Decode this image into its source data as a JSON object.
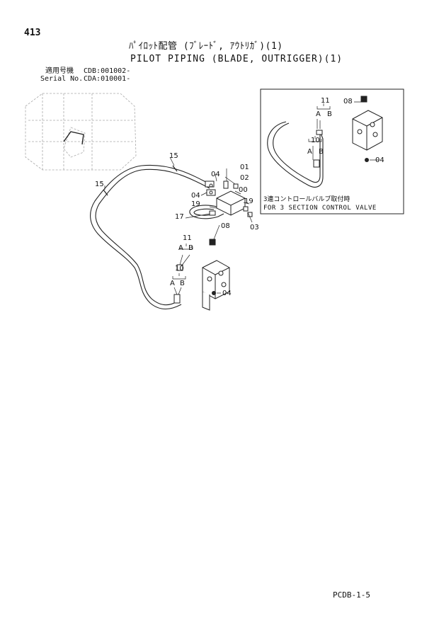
{
  "header": {
    "page_number": "413",
    "title_jp": "ﾊﾟｲﾛｯﾄ配管 (ﾌﾞﾚｰﾄﾞ, ｱｳﾄﾘｶﾞ)(1)",
    "title_en": "PILOT PIPING (BLADE, OUTRIGGER)(1)",
    "serial_jp_label": "適用号機",
    "serial_jp_value": "CDB:001002-",
    "serial_en_label": "Serial No.",
    "serial_en_value": "CDA:010001-"
  },
  "inset": {
    "note_jp": "3連コントロールバルブ取付時",
    "note_en": "FOR 3 SECTION CONTROL VALVE",
    "callouts": {
      "c11": "11",
      "c08": "08",
      "c10": "10",
      "c04": "04",
      "a1": "A",
      "b1": "B",
      "a2": "A",
      "b2": "B"
    }
  },
  "main": {
    "callouts": {
      "c15a": "15",
      "c15b": "15",
      "c04a": "04",
      "c01": "01",
      "c02": "02",
      "c04b": "04",
      "c00": "00",
      "c19a": "19",
      "c19b": "19",
      "c17": "17",
      "c03": "03",
      "c08": "08",
      "c11": "11",
      "c10": "10",
      "c04c": "04",
      "a1": "A",
      "b1": "B",
      "a2": "A",
      "b2": "B"
    }
  },
  "footer": {
    "code": "PCDB-1-5"
  }
}
